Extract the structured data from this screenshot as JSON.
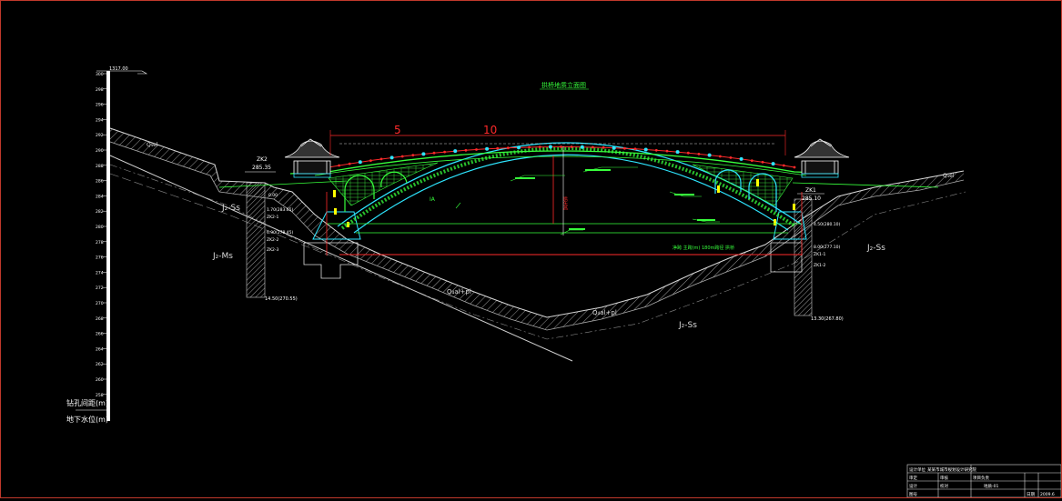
{
  "drawing": {
    "title": "拱桥地质立面图",
    "dims": {
      "left": "5",
      "right": "10"
    }
  },
  "elevation_scale": {
    "top_label": "1317.00",
    "ticks": [
      "300",
      "298",
      "296",
      "294",
      "292",
      "290",
      "288",
      "286",
      "284",
      "282",
      "280",
      "278",
      "276",
      "274",
      "272",
      "270",
      "268",
      "266",
      "264",
      "262",
      "260",
      "258"
    ],
    "row_labels": [
      "钻孔间距(m)",
      "地下水位(m)"
    ]
  },
  "strata": {
    "j2s_left": "J₂-Ss",
    "j2ms_left": "J₂-Ms",
    "j2s_right": "J₂-Ss",
    "j2s_bottom": "J₂-Ss",
    "q4_center": "Q₄al+pl",
    "q4_bottom": "Q₄al+pl",
    "q4_left_top": "Q₄el",
    "q4_right_top": "Q₄el"
  },
  "boreholes": {
    "left": {
      "id": "ZK2",
      "ground_elev": "285.35",
      "depth_label": "14.50(270.55)",
      "labels": [
        "0.00",
        "1.70(283.65)",
        "ZK2-1",
        "6.90(278.45)",
        "ZK2-2",
        "ZK2-3"
      ]
    },
    "right": {
      "id": "ZK1",
      "ground_elev": "285.10",
      "depth_label": "13.30(267.80)",
      "labels": [
        "4.50(280.10)",
        "8.00(277.10)",
        "ZK1-1",
        "ZK1-2"
      ]
    }
  },
  "bridge": {
    "label_ia": "IA",
    "rise_label": "拱矢高",
    "span_label": "净跨 主跨(m)  180m跨径 拱桥"
  },
  "title_block": {
    "row1": [
      "设计单位",
      "某某市城市规划设计研究院"
    ],
    "row2": [
      "审定",
      "审核",
      "项目负责"
    ],
    "row3": [
      "设计",
      "校对"
    ],
    "row4": [
      "图号",
      "日期"
    ],
    "date": "2009.6",
    "drawing_no": "地质-01"
  },
  "colors": {
    "background": "#000000",
    "frame": "#c0392b",
    "ground": "#bbbbbb",
    "arch": "#2ee6ff",
    "green": "#37ff3c",
    "red": "#ff2a2a",
    "yellow": "#ffff00",
    "white": "#ffffff"
  }
}
